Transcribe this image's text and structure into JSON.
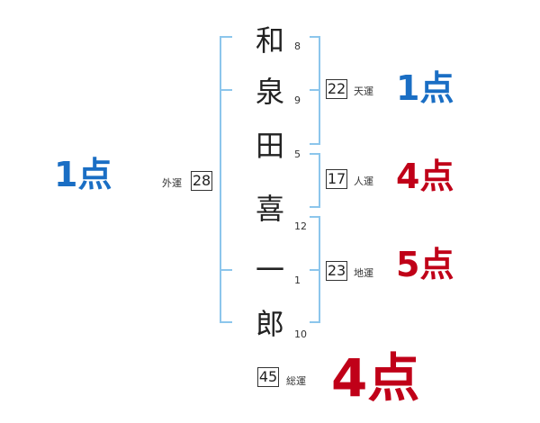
{
  "name": {
    "characters": [
      "和",
      "泉",
      "田",
      "喜",
      "一",
      "郎"
    ],
    "strokes": [
      "8",
      "9",
      "5",
      "12",
      "1",
      "10"
    ]
  },
  "fortunes": {
    "tenkaku": {
      "label": "天運",
      "value": "22",
      "result": "1点",
      "color": "#1a6ec4"
    },
    "jinkaku": {
      "label": "人運",
      "value": "17",
      "result": "4点",
      "color": "#c00018"
    },
    "chikaku": {
      "label": "地運",
      "value": "23",
      "result": "5点",
      "color": "#c00018"
    },
    "gaikaku": {
      "label": "外運",
      "value": "28",
      "result": "1点",
      "color": "#1a6ec4"
    },
    "soukaku": {
      "label": "総運",
      "value": "45",
      "result": "4点",
      "color": "#c00018"
    }
  }
}
